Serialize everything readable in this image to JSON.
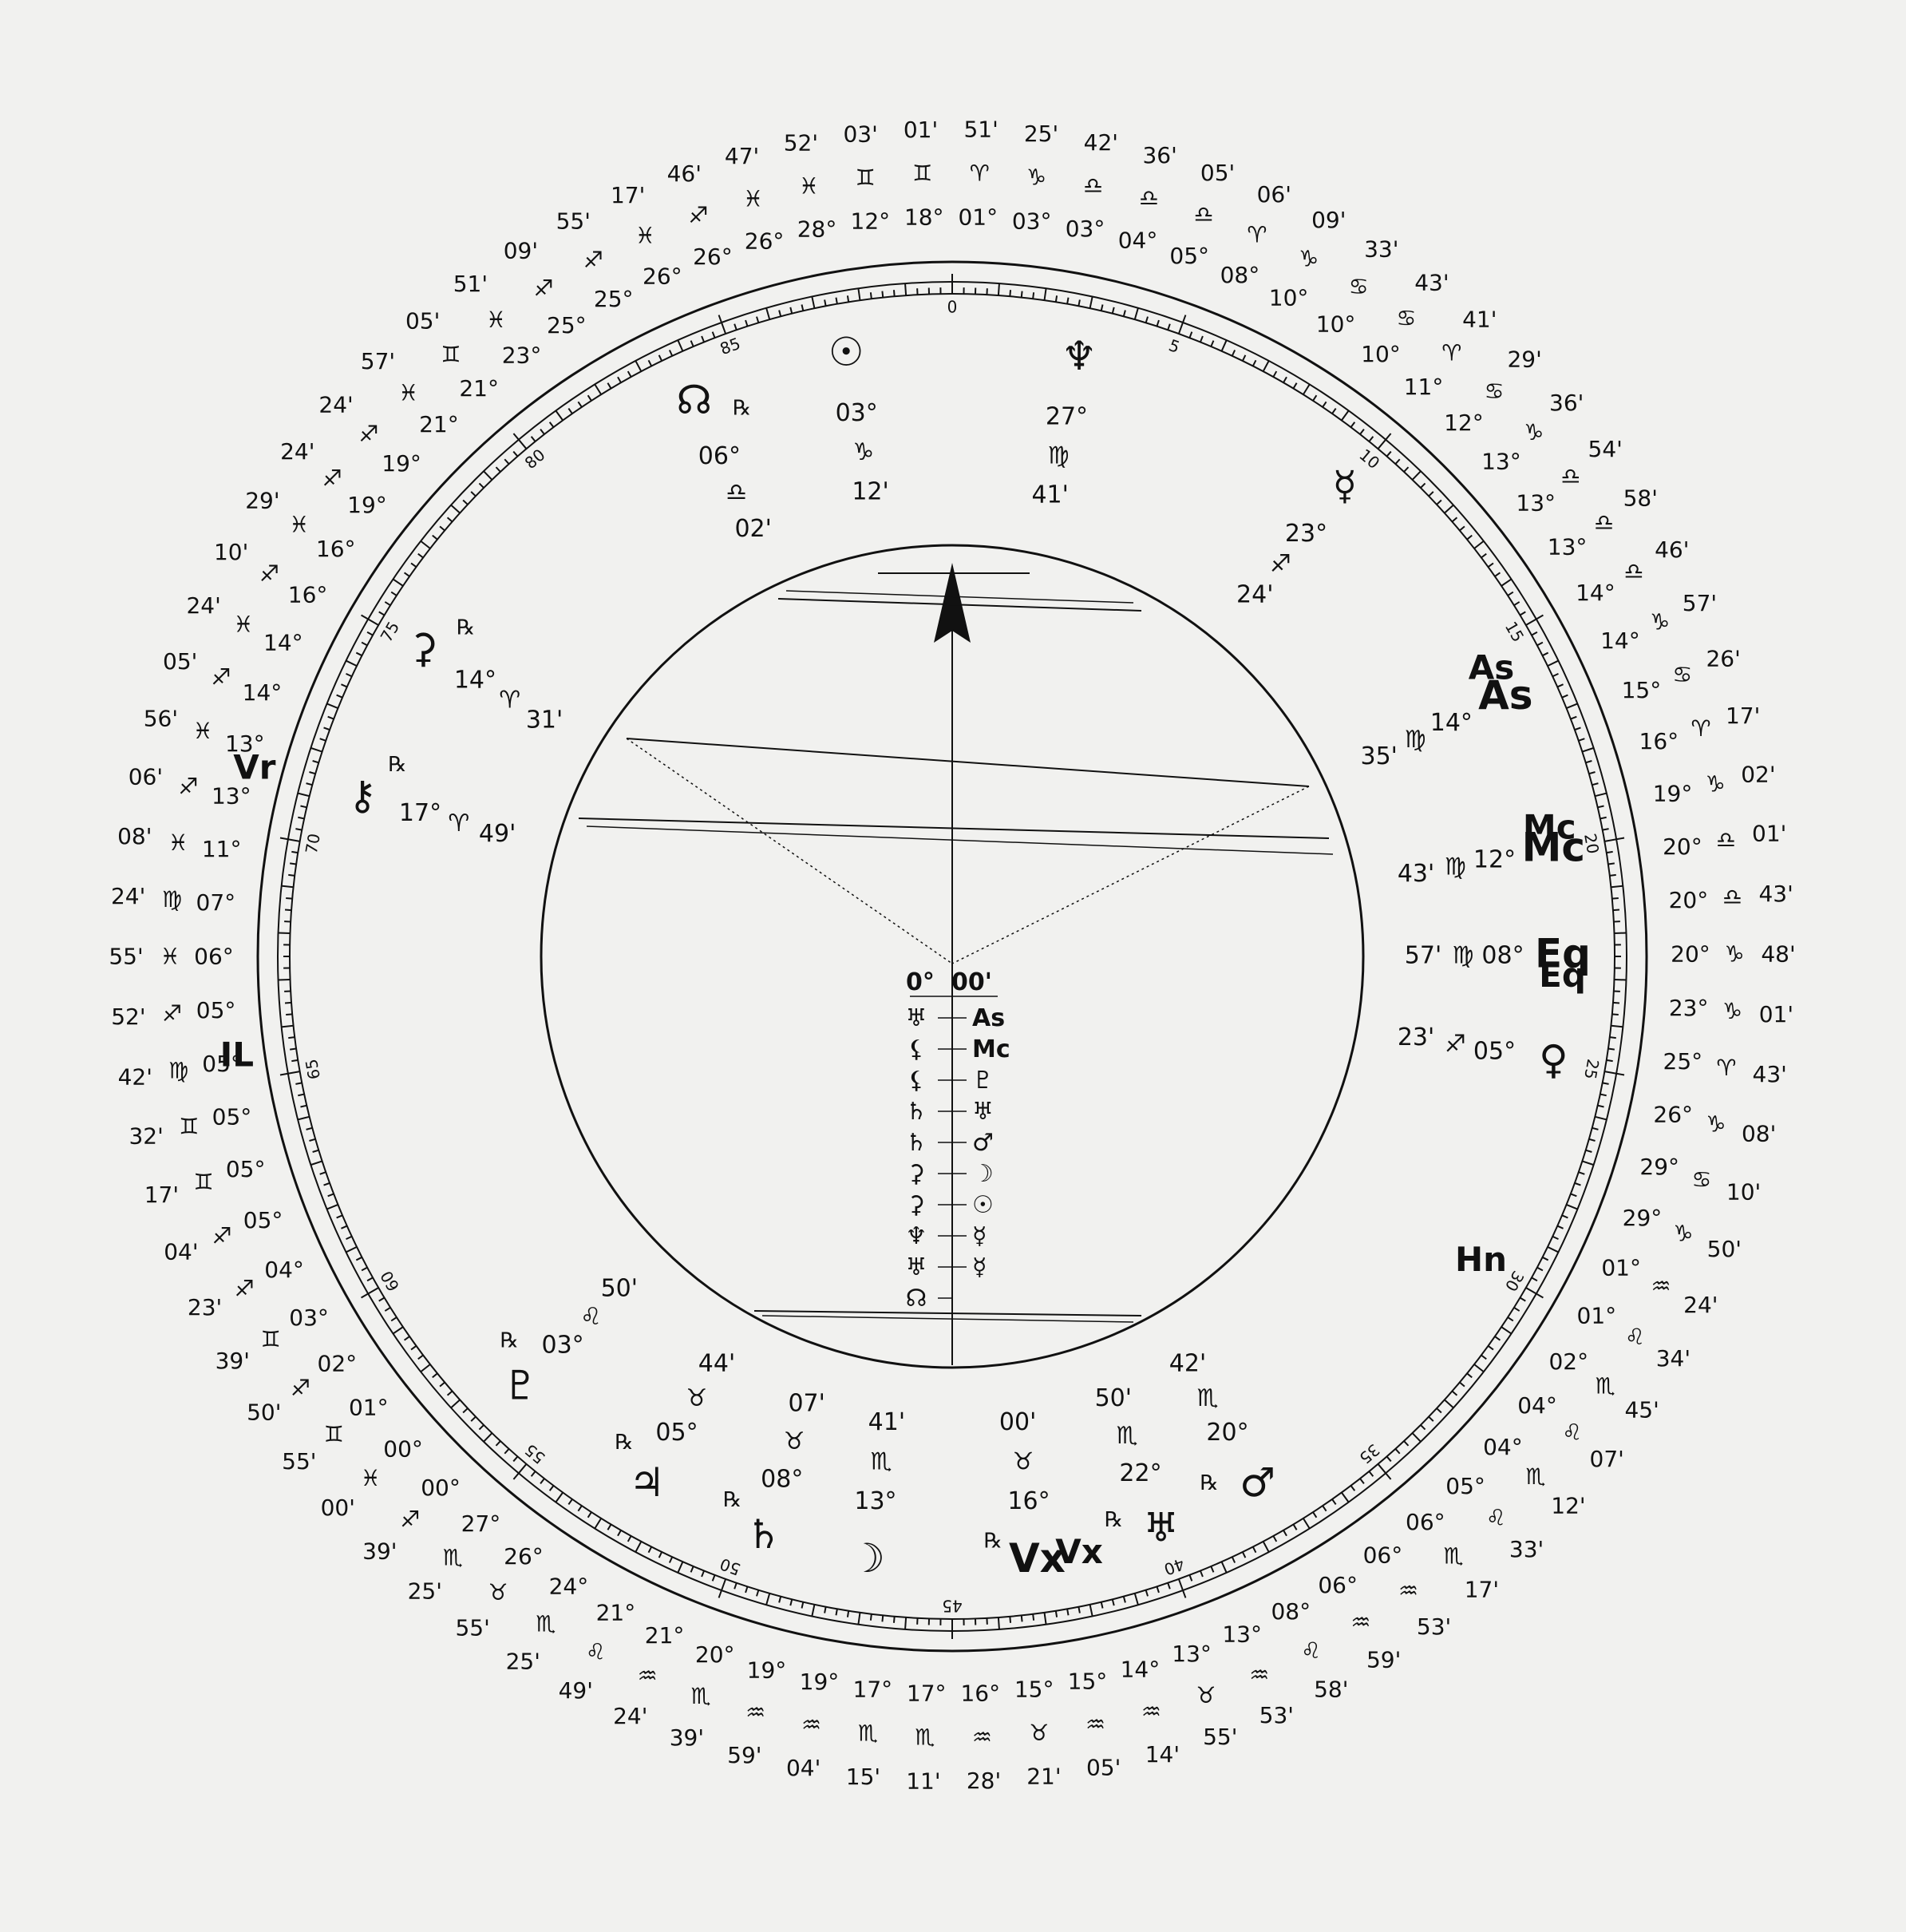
{
  "scale_labels": [
    "0",
    "5",
    "10",
    "15",
    "20",
    "25",
    "30",
    "35",
    "40",
    "45",
    "50",
    "55",
    "60",
    "65",
    "70",
    "75",
    "80",
    "85"
  ],
  "center_readout": {
    "degrees": "0°",
    "minutes": "00'"
  },
  "dial": {
    "left": [
      "♅",
      "⚸",
      "⚸",
      "♄",
      "♄",
      "⚳",
      "⚳",
      "♆",
      "♅",
      "☊"
    ],
    "right": [
      "As",
      "Mc",
      "♇",
      "♅",
      "♂",
      "☽",
      "☉",
      "☿",
      "☿"
    ]
  },
  "inner_points": [
    {
      "id": "sun",
      "glyph": "☉",
      "deg": "03°",
      "sign": "♑",
      "min": "12'"
    },
    {
      "id": "neptune",
      "glyph": "♆",
      "deg": "27°",
      "sign": "♍",
      "min": "41'"
    },
    {
      "id": "node",
      "glyph": "☊",
      "deg": "06°",
      "sign": "♎",
      "min": "02'",
      "retro": "℞"
    },
    {
      "id": "mercury",
      "glyph": "☿",
      "deg": "23°",
      "sign": "♐",
      "min": "24'"
    },
    {
      "id": "moon",
      "glyph": "☽",
      "deg": "13°",
      "sign": "♏",
      "min": "41'"
    },
    {
      "id": "mars",
      "glyph": "♂",
      "deg": "20°",
      "sign": "♏",
      "min": "42'",
      "retro": "℞"
    },
    {
      "id": "venus",
      "glyph": "♀",
      "deg": "05°",
      "sign": "♐",
      "min": "23'"
    },
    {
      "id": "pluto",
      "glyph": "♇",
      "deg": "03°",
      "sign": "♌",
      "min": "50'",
      "retro": "℞"
    },
    {
      "id": "jupiter",
      "glyph": "♃",
      "deg": "05°",
      "sign": "♉",
      "min": "44'",
      "retro": "℞"
    },
    {
      "id": "saturn",
      "glyph": "♄",
      "deg": "08°",
      "sign": "♉",
      "min": "07'",
      "retro": "℞"
    },
    {
      "id": "uranus",
      "glyph": "♅",
      "deg": "22°",
      "sign": "♏",
      "min": "50'",
      "retro": "℞"
    },
    {
      "id": "chiron",
      "glyph": "⚷",
      "deg": "17°",
      "sign": "♈",
      "min": "49'",
      "retro": "℞"
    },
    {
      "id": "ceres",
      "glyph": "⚳",
      "deg": "14°",
      "sign": "♈",
      "min": "31'",
      "retro": "℞"
    },
    {
      "id": "as",
      "glyph": "As",
      "deg": "14°",
      "sign": "♍",
      "min": "35'"
    },
    {
      "id": "mc",
      "glyph": "Mc",
      "deg": "12°",
      "sign": "♍",
      "min": "43'"
    },
    {
      "id": "eq",
      "glyph": "Eq",
      "deg": "08°",
      "sign": "♍",
      "min": "57'"
    },
    {
      "id": "vx",
      "glyph": "Vx",
      "deg": "16°",
      "sign": "♉",
      "min": "00'",
      "retro": "℞"
    }
  ],
  "outer_points": [
    {
      "deg": "01°",
      "sign": "♈",
      "min": "51'"
    },
    {
      "deg": "03°",
      "sign": "♑",
      "min": "25'"
    },
    {
      "deg": "03°",
      "sign": "♎",
      "min": "42'"
    },
    {
      "deg": "04°",
      "sign": "♎",
      "min": "36'"
    },
    {
      "deg": "05°",
      "sign": "♎",
      "min": "05'"
    },
    {
      "deg": "08°",
      "sign": "♈",
      "min": "06'"
    },
    {
      "deg": "10°",
      "sign": "♑",
      "min": "09'"
    },
    {
      "deg": "10°",
      "sign": "♋",
      "min": "33'"
    },
    {
      "deg": "10°",
      "sign": "♋",
      "min": "43'"
    },
    {
      "deg": "11°",
      "sign": "♈",
      "min": "41'"
    },
    {
      "deg": "12°",
      "sign": "♋",
      "min": "29'"
    },
    {
      "deg": "13°",
      "sign": "♑",
      "min": "36'"
    },
    {
      "deg": "13°",
      "sign": "♎",
      "min": "54'"
    },
    {
      "deg": "13°",
      "sign": "♎",
      "min": "58'"
    },
    {
      "deg": "14°",
      "sign": "♎",
      "min": "46'"
    },
    {
      "deg": "14°",
      "sign": "♑",
      "min": "57'"
    },
    {
      "deg": "15°",
      "sign": "♋",
      "min": "26'"
    },
    {
      "deg": "16°",
      "sign": "♈",
      "min": "17'"
    },
    {
      "deg": "19°",
      "sign": "♑",
      "min": "02'"
    },
    {
      "deg": "20°",
      "sign": "♎",
      "min": "01'"
    },
    {
      "deg": "20°",
      "sign": "♎",
      "min": "43'"
    },
    {
      "deg": "20°",
      "sign": "♑",
      "min": "48'"
    },
    {
      "deg": "23°",
      "sign": "♑",
      "min": "01'"
    },
    {
      "deg": "25°",
      "sign": "♈",
      "min": "43'"
    },
    {
      "deg": "26°",
      "sign": "♑",
      "min": "08'"
    },
    {
      "deg": "29°",
      "sign": "♋",
      "min": "10'"
    },
    {
      "deg": "29°",
      "sign": "♑",
      "min": "50'"
    },
    {
      "deg": "01°",
      "sign": "♒",
      "min": "24'"
    },
    {
      "deg": "01°",
      "sign": "♌",
      "min": "34'"
    },
    {
      "deg": "02°",
      "sign": "♏",
      "min": "45'"
    },
    {
      "deg": "04°",
      "sign": "♌",
      "min": "07'"
    },
    {
      "deg": "04°",
      "sign": "♏",
      "min": "12'"
    },
    {
      "deg": "05°",
      "sign": "♌",
      "min": "33'"
    },
    {
      "deg": "06°",
      "sign": "♏",
      "min": "17'"
    },
    {
      "deg": "06°",
      "sign": "♒",
      "min": "53'"
    },
    {
      "deg": "06°",
      "sign": "♒",
      "min": "59'"
    },
    {
      "deg": "08°",
      "sign": "♌",
      "min": "58'"
    },
    {
      "deg": "13°",
      "sign": "♒",
      "min": "53'"
    },
    {
      "deg": "13°",
      "sign": "♉",
      "min": "55'"
    },
    {
      "deg": "14°",
      "sign": "♒",
      "min": "14'"
    },
    {
      "deg": "15°",
      "sign": "♒",
      "min": "05'"
    },
    {
      "deg": "15°",
      "sign": "♉",
      "min": "21'"
    },
    {
      "deg": "16°",
      "sign": "♒",
      "min": "28'"
    },
    {
      "deg": "17°",
      "sign": "♏",
      "min": "11'"
    },
    {
      "deg": "17°",
      "sign": "♏",
      "min": "15'"
    },
    {
      "deg": "19°",
      "sign": "♒",
      "min": "04'"
    },
    {
      "deg": "19°",
      "sign": "♒",
      "min": "59'"
    },
    {
      "deg": "20°",
      "sign": "♏",
      "min": "39'"
    },
    {
      "deg": "21°",
      "sign": "♒",
      "min": "24'"
    },
    {
      "deg": "21°",
      "sign": "♌",
      "min": "49'"
    },
    {
      "deg": "24°",
      "sign": "♏",
      "min": "25'"
    },
    {
      "deg": "26°",
      "sign": "♉",
      "min": "55'"
    },
    {
      "deg": "27°",
      "sign": "♏",
      "min": "25'"
    },
    {
      "deg": "00°",
      "sign": "♐",
      "min": "39'"
    },
    {
      "deg": "00°",
      "sign": "♓",
      "min": "00'"
    },
    {
      "deg": "01°",
      "sign": "♊",
      "min": "55'"
    },
    {
      "deg": "02°",
      "sign": "♐",
      "min": "50'"
    },
    {
      "deg": "03°",
      "sign": "♊",
      "min": "39'"
    },
    {
      "deg": "04°",
      "sign": "♐",
      "min": "23'"
    },
    {
      "deg": "05°",
      "sign": "♐",
      "min": "04'"
    },
    {
      "deg": "05°",
      "sign": "♊",
      "min": "17'"
    },
    {
      "deg": "05°",
      "sign": "♊",
      "min": "32'"
    },
    {
      "deg": "05°",
      "sign": "♍",
      "min": "42'"
    },
    {
      "deg": "05°",
      "sign": "♐",
      "min": "52'"
    },
    {
      "deg": "06°",
      "sign": "♓",
      "min": "55'"
    },
    {
      "deg": "07°",
      "sign": "♍",
      "min": "24'"
    },
    {
      "deg": "11°",
      "sign": "♓",
      "min": "08'"
    },
    {
      "deg": "13°",
      "sign": "♐",
      "min": "06'"
    },
    {
      "deg": "13°",
      "sign": "♓",
      "min": "56'"
    },
    {
      "deg": "14°",
      "sign": "♐",
      "min": "05'"
    },
    {
      "deg": "14°",
      "sign": "♓",
      "min": "24'"
    },
    {
      "deg": "16°",
      "sign": "♐",
      "min": "10'"
    },
    {
      "deg": "16°",
      "sign": "♓",
      "min": "29'"
    },
    {
      "deg": "19°",
      "sign": "♐",
      "min": "24'"
    },
    {
      "deg": "19°",
      "sign": "♐",
      "min": "24'"
    },
    {
      "deg": "21°",
      "sign": "♓",
      "min": "57'"
    },
    {
      "deg": "21°",
      "sign": "♊",
      "min": "05'"
    },
    {
      "deg": "23°",
      "sign": "♓",
      "min": "51'"
    },
    {
      "deg": "25°",
      "sign": "♐",
      "min": "09'"
    },
    {
      "deg": "25°",
      "sign": "♐",
      "min": "55'"
    },
    {
      "deg": "26°",
      "sign": "♓",
      "min": "17'"
    },
    {
      "deg": "26°",
      "sign": "♐",
      "min": "46'"
    },
    {
      "deg": "26°",
      "sign": "♓",
      "min": "47'"
    },
    {
      "deg": "28°",
      "sign": "♓",
      "min": "52'"
    },
    {
      "deg": "12°",
      "sign": "♊",
      "min": "03'"
    },
    {
      "deg": "18°",
      "sign": "♊",
      "min": "01'"
    }
  ],
  "outer_markers": [
    "Vr",
    "IL",
    "As",
    "Mc",
    "Eq",
    "Hn",
    "Vx"
  ],
  "retro_symbol": "℞"
}
